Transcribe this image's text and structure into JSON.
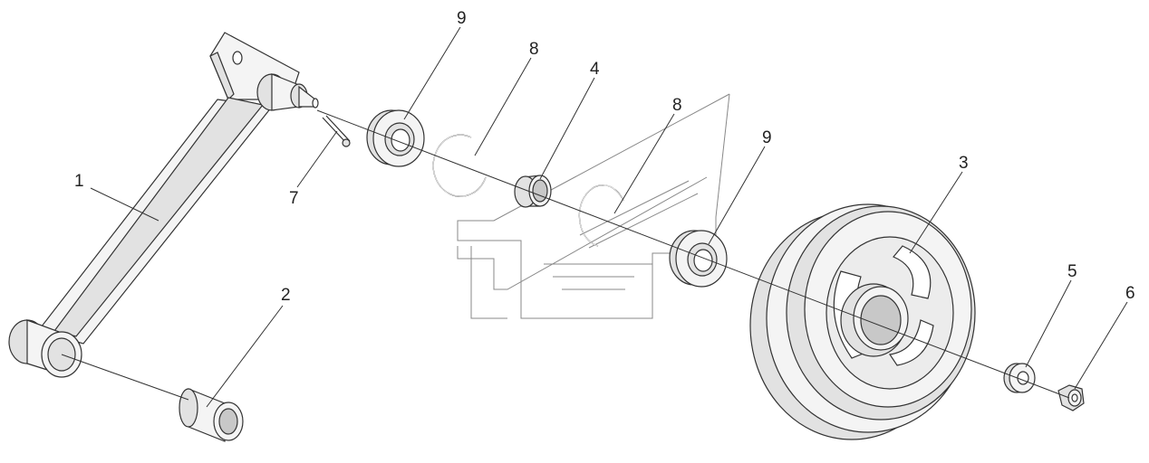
{
  "labels": {
    "arm": "1",
    "bushing": "2",
    "pulley": "3",
    "spacer": "4",
    "washer": "5",
    "nut": "6",
    "cotter_pin": "7",
    "circlip_left": "8",
    "circlip_right": "8",
    "bearing_left": "9",
    "bearing_right": "9"
  },
  "colors": {
    "line": "#333333",
    "fill_light": "#f4f4f4",
    "fill_mid": "#e2e2e2",
    "fill_dark": "#c8c8c8",
    "watermark": "#888888"
  }
}
